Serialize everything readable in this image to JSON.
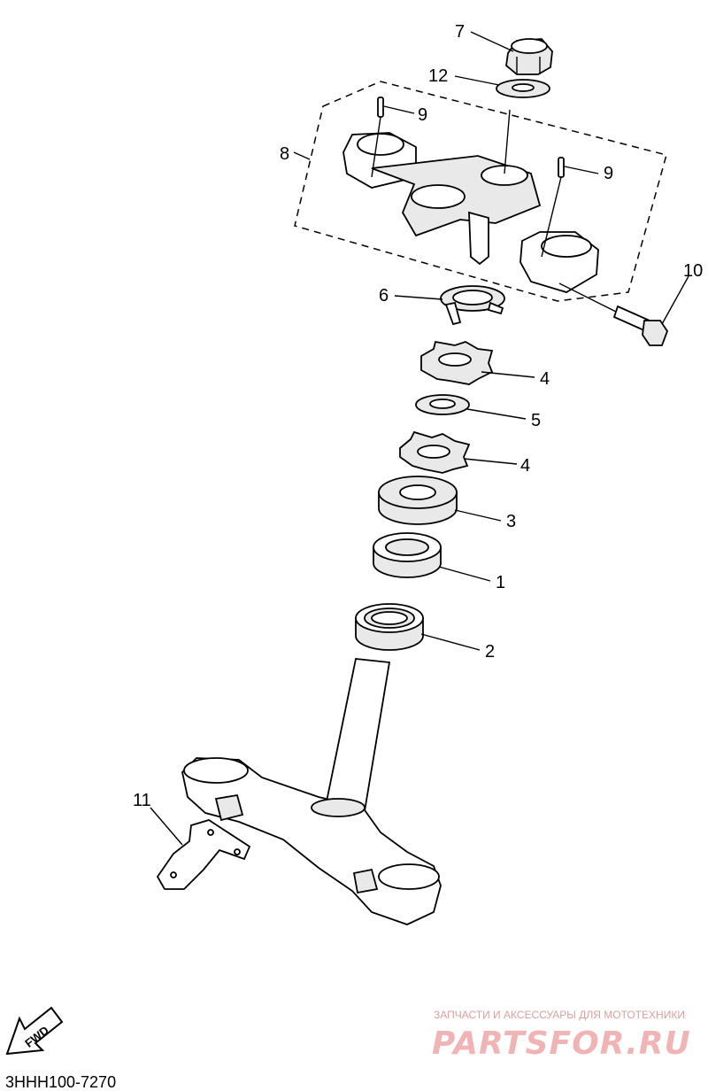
{
  "callouts": {
    "p1": "1",
    "p2": "2",
    "p3": "3",
    "p4a": "4",
    "p4b": "4",
    "p5": "5",
    "p6": "6",
    "p7": "7",
    "p8": "8",
    "p9a": "9",
    "p9b": "9",
    "p10": "10",
    "p11": "11",
    "p12": "12"
  },
  "fwd_label": "FWD",
  "diagram_code": "3HHH100-7270",
  "watermark": {
    "caption": "ЗАПЧАСТИ И АКСЕССУАРЫ ДЛЯ МОТОТЕХНИКИ",
    "logo": "PARTSFOR.RU",
    "color": "#f1b4b4"
  }
}
